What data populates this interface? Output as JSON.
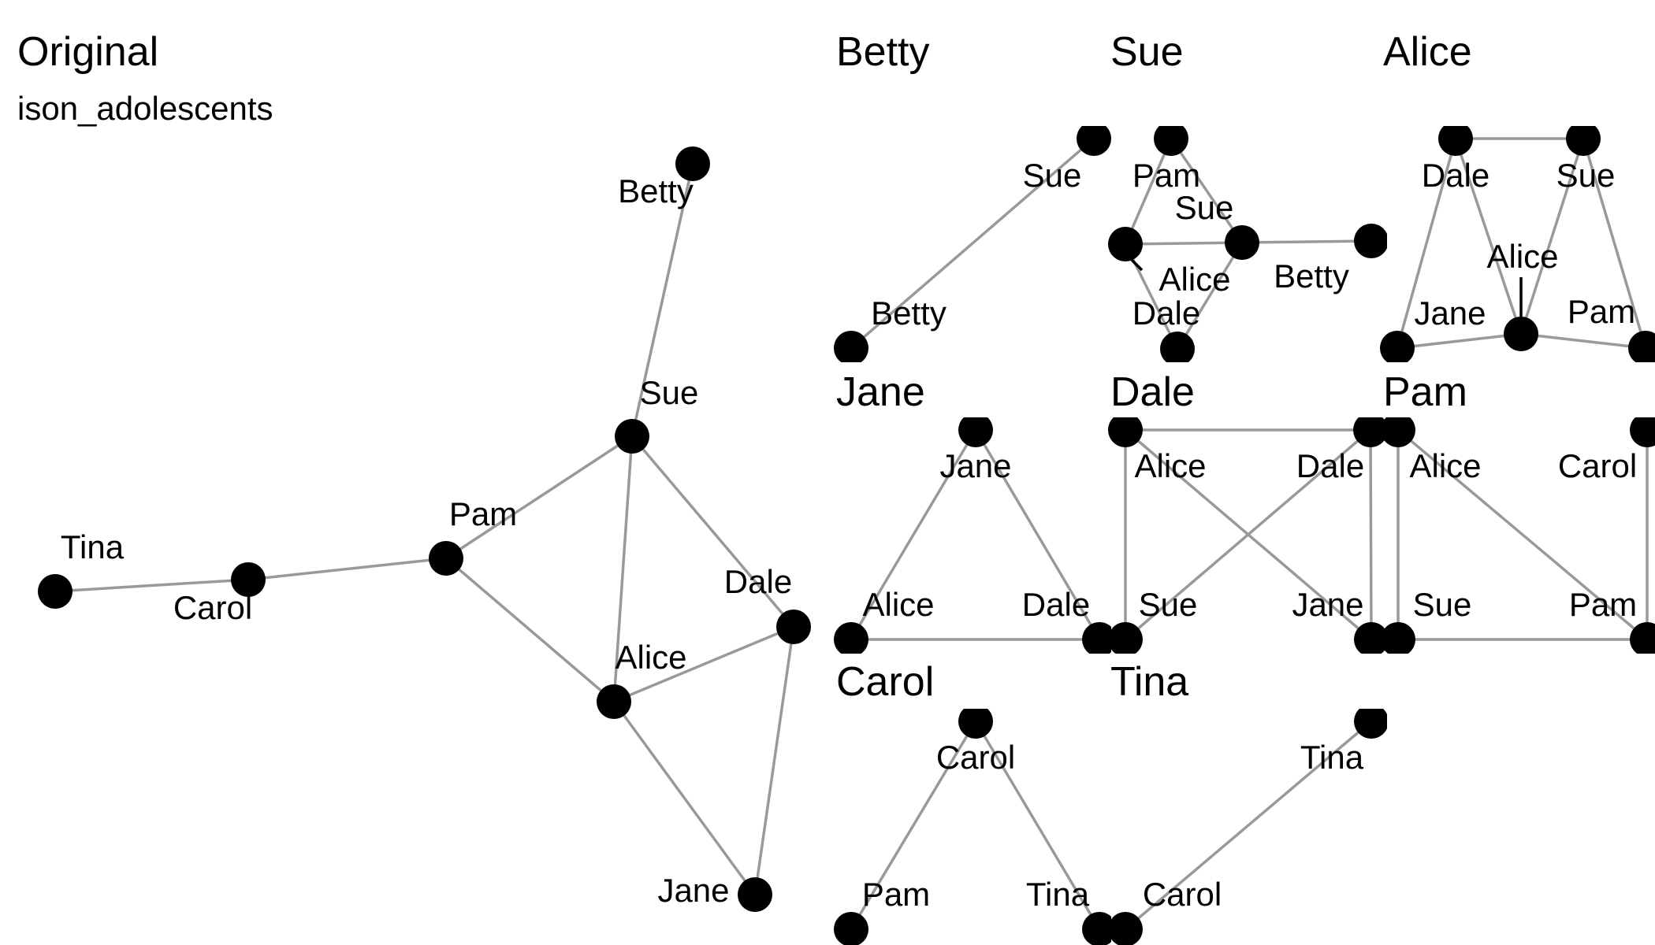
{
  "colors": {
    "edge": "#999999",
    "node": "#000000",
    "background": "#ffffff"
  },
  "original": {
    "title": "Original",
    "subtitle": "ison_adolescents",
    "nodes": [
      "Betty",
      "Sue",
      "Pam",
      "Tina",
      "Carol",
      "Alice",
      "Dale",
      "Jane"
    ],
    "edges": [
      [
        "Betty",
        "Sue"
      ],
      [
        "Sue",
        "Pam"
      ],
      [
        "Sue",
        "Alice"
      ],
      [
        "Sue",
        "Dale"
      ],
      [
        "Pam",
        "Carol"
      ],
      [
        "Pam",
        "Alice"
      ],
      [
        "Carol",
        "Tina"
      ],
      [
        "Alice",
        "Dale"
      ],
      [
        "Alice",
        "Jane"
      ],
      [
        "Dale",
        "Jane"
      ]
    ]
  },
  "egos": [
    {
      "title": "Betty",
      "nodes": [
        "Sue",
        "Betty"
      ],
      "edges": [
        [
          "Sue",
          "Betty"
        ]
      ]
    },
    {
      "title": "Sue",
      "nodes": [
        "Pam",
        "Sue",
        "Alice",
        "Betty",
        "Dale"
      ],
      "edges": [
        [
          "Pam",
          "Sue"
        ],
        [
          "Pam",
          "Alice"
        ],
        [
          "Alice",
          "Sue"
        ],
        [
          "Sue",
          "Betty"
        ],
        [
          "Sue",
          "Dale"
        ],
        [
          "Alice",
          "Dale"
        ]
      ]
    },
    {
      "title": "Alice",
      "nodes": [
        "Dale",
        "Sue",
        "Alice",
        "Jane",
        "Pam"
      ],
      "edges": [
        [
          "Dale",
          "Sue"
        ],
        [
          "Dale",
          "Jane"
        ],
        [
          "Dale",
          "Alice"
        ],
        [
          "Sue",
          "Alice"
        ],
        [
          "Sue",
          "Pam"
        ],
        [
          "Jane",
          "Alice"
        ],
        [
          "Alice",
          "Pam"
        ]
      ]
    },
    {
      "title": "Jane",
      "nodes": [
        "Jane",
        "Alice",
        "Dale"
      ],
      "edges": [
        [
          "Jane",
          "Alice"
        ],
        [
          "Jane",
          "Dale"
        ],
        [
          "Alice",
          "Dale"
        ]
      ]
    },
    {
      "title": "Dale",
      "nodes": [
        "Alice",
        "Dale",
        "Sue",
        "Jane"
      ],
      "edges": [
        [
          "Alice",
          "Dale"
        ],
        [
          "Alice",
          "Sue"
        ],
        [
          "Alice",
          "Jane"
        ],
        [
          "Dale",
          "Sue"
        ],
        [
          "Dale",
          "Jane"
        ]
      ]
    },
    {
      "title": "Pam",
      "nodes": [
        "Alice",
        "Carol",
        "Sue",
        "Pam"
      ],
      "edges": [
        [
          "Alice",
          "Sue"
        ],
        [
          "Alice",
          "Pam"
        ],
        [
          "Sue",
          "Pam"
        ],
        [
          "Carol",
          "Pam"
        ]
      ]
    },
    {
      "title": "Carol",
      "nodes": [
        "Carol",
        "Pam",
        "Tina"
      ],
      "edges": [
        [
          "Carol",
          "Pam"
        ],
        [
          "Carol",
          "Tina"
        ]
      ]
    },
    {
      "title": "Tina",
      "nodes": [
        "Tina",
        "Carol"
      ],
      "edges": [
        [
          "Tina",
          "Carol"
        ]
      ]
    }
  ]
}
